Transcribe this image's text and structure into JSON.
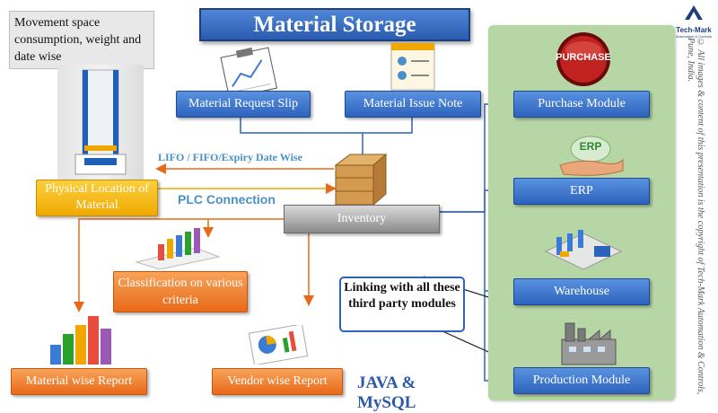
{
  "title": "Material Storage",
  "callout_text": "Movement space consumption, weight and date wise",
  "boxes": {
    "request_slip": "Material Request Slip",
    "issue_note": "Material Issue Note",
    "physical_location": "Physical Location of Material",
    "inventory": "Inventory",
    "classification": "Classification on various criteria",
    "material_report": "Material wise Report",
    "vendor_report": "Vendor wise Report"
  },
  "labels": {
    "lifo": "LIFO / FIFO/Expiry Date Wise",
    "plc": "PLC Connection",
    "linking": "Linking with all these third party modules",
    "tech": "JAVA & MySQL"
  },
  "modules": {
    "purchase": "Purchase Module",
    "erp": "ERP",
    "warehouse": "Warehouse",
    "production": "Production Module"
  },
  "icons": {
    "purchase_badge": "PURCHASE",
    "erp_badge": "ERP"
  },
  "logo": {
    "name": "Tech-Mark",
    "tagline": "Automation & Controls"
  },
  "copyright": "© All images & content of this presentation is the copyright of Tech-Mark Automation & Controls, Pune, India.",
  "colors": {
    "blue": "#2d63bd",
    "orange": "#e86a18",
    "yellow": "#f0a800",
    "green_panel": "#b7d6a6",
    "plc_text": "#4a90c8",
    "lifo_text": "#4a90c8"
  }
}
